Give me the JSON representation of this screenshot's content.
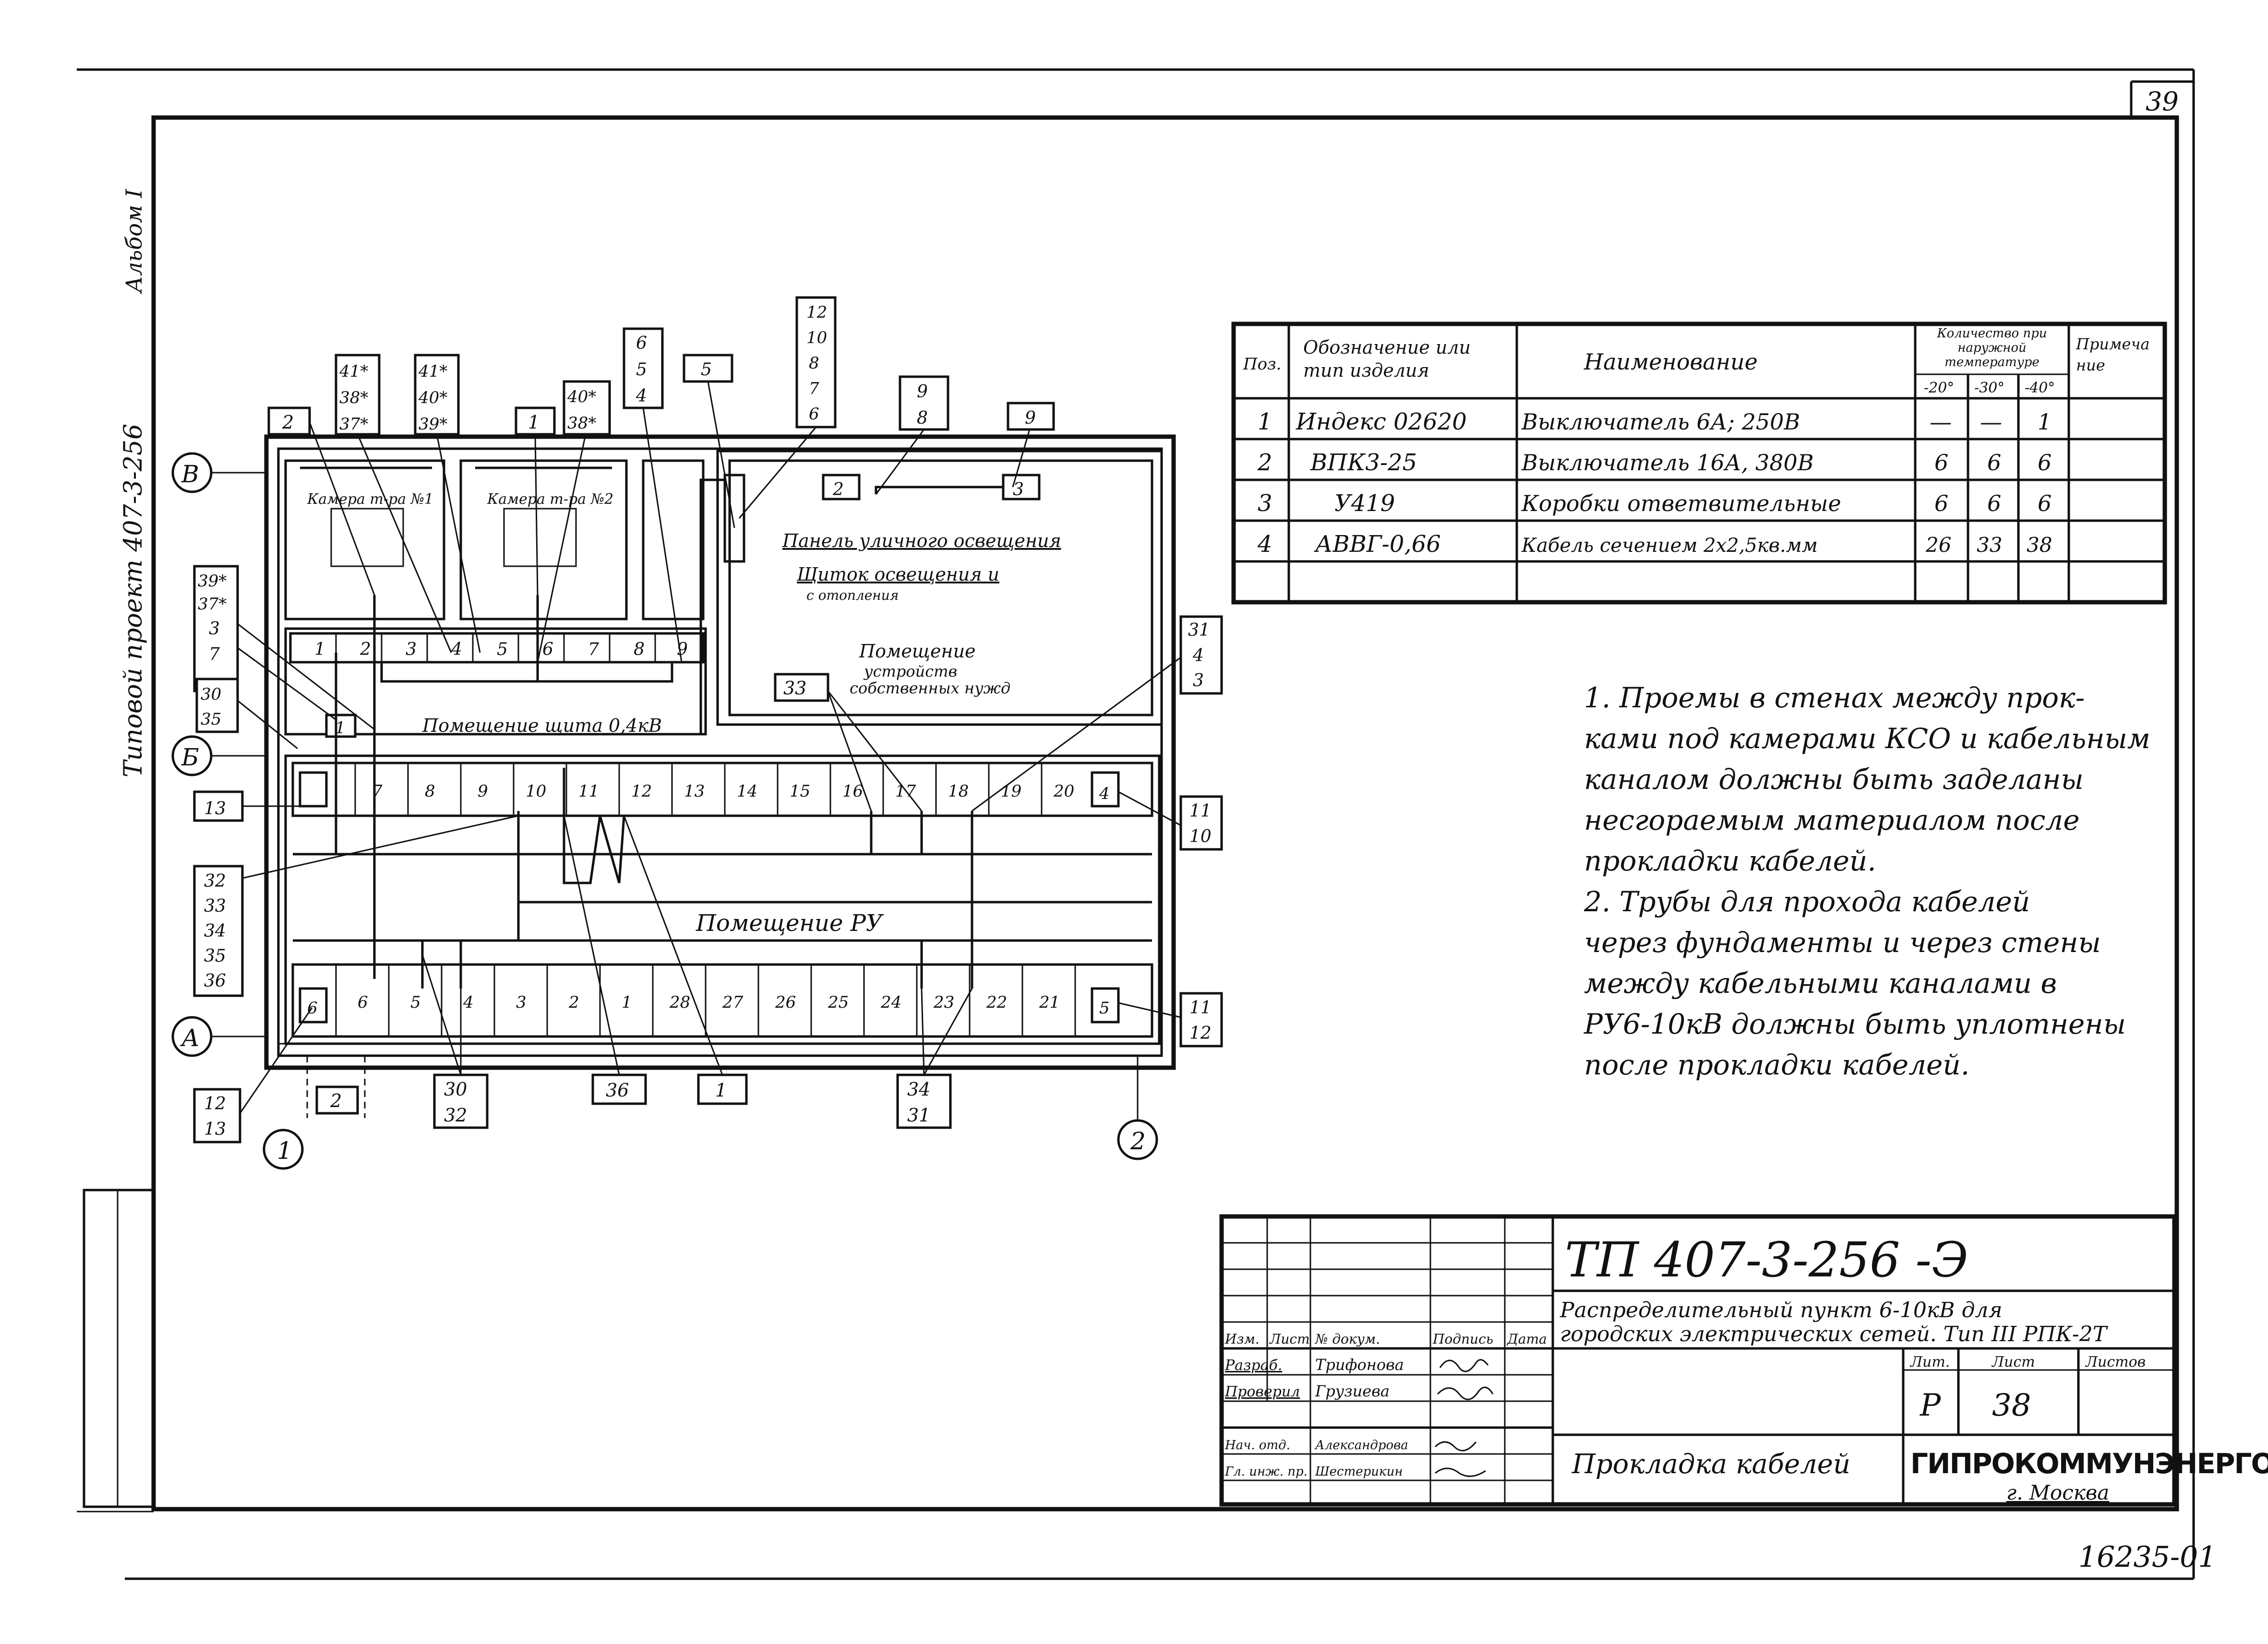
{
  "sheet_number": "39",
  "bottom_number": "16235-01",
  "side_texts": {
    "album": "Альбом I",
    "project": "Типовой проект 407-3-256"
  },
  "rooms": {
    "cam1": "Камера т-ра №1",
    "cam2": "Камера т-ра №2",
    "shield": "Помещение щита 0,4кВ",
    "panel_street": "Панель уличного освещения",
    "shield_light": "Щиток освещения и",
    "shield_light_sub": "с отопления",
    "own_needs_1": "Помещение",
    "own_needs_2": "устройств",
    "own_needs_3": "собственных нужд",
    "ru": "Помещение РУ"
  },
  "axes": {
    "v": "В",
    "b": "Б",
    "a": "А",
    "one": "1",
    "two": "2"
  },
  "row_shield": [
    "1",
    "2",
    "3",
    "4",
    "5",
    "6",
    "7",
    "8",
    "9"
  ],
  "row_mid": [
    "",
    "7",
    "8",
    "9",
    "10",
    "11",
    "12",
    "13",
    "14",
    "15",
    "16",
    "17",
    "18",
    "19",
    "20"
  ],
  "row_bottom": [
    "6",
    "5",
    "4",
    "3",
    "2",
    "1",
    "28",
    "27",
    "26",
    "25",
    "24",
    "23",
    "22",
    "21"
  ],
  "tags": {
    "t2": "2",
    "t41a": "41*",
    "t38a": "38*",
    "t37a": "37*",
    "t41b": "41*",
    "t40b": "40*",
    "t39b": "39*",
    "t1a": "1",
    "t40c": "40*",
    "t38c": "38*",
    "t6": "6",
    "t5": "5",
    "t4": "4",
    "t5b": "5",
    "t12": "12",
    "t10": "10",
    "t8": "8",
    "t7": "7",
    "t6b": "6",
    "t9a": "9",
    "t8a": "8",
    "t9b": "9",
    "t39l": "39*",
    "t37l": "37*",
    "t3l": "3",
    "t7l": "7",
    "t30l": "30",
    "t35l": "35",
    "t13l": "13",
    "t32l": "32",
    "t33l": "33",
    "t34l": "34",
    "t35m": "35",
    "t36l": "36",
    "t12b": "12",
    "t13b": "13",
    "t2b": "2",
    "t30b": "30",
    "t32b": "32",
    "t36b": "36",
    "t1b": "1",
    "t34b": "34",
    "t31b": "31",
    "t31r": "31",
    "t4r": "4",
    "t3r": "3",
    "t11r": "11",
    "t10r": "10",
    "t11s": "11",
    "t12s": "12",
    "t33i": "33",
    "ib2": "2",
    "ib3": "3",
    "ib4": "4",
    "ib5": "5",
    "ib6": "6",
    "ib1": "1"
  },
  "spec": {
    "headers": {
      "pos": "Поз.",
      "designation": "Обозначение или тип изделия",
      "name": "Наименование",
      "qty": "Количество при наружной температуре",
      "t20": "-20°",
      "t30": "-30°",
      "t40": "-40°",
      "note": "Примечание"
    },
    "rows": [
      {
        "pos": "1",
        "designation": "Индекс 02620",
        "name": "Выключатель 6А; 250В",
        "q20": "—",
        "q30": "—",
        "q40": "1",
        "note": ""
      },
      {
        "pos": "2",
        "designation": "ВПК3-25",
        "name": "Выключатель 16А, 380В",
        "q20": "6",
        "q30": "6",
        "q40": "6",
        "note": ""
      },
      {
        "pos": "3",
        "designation": "У419",
        "name": "Коробки ответвительные",
        "q20": "6",
        "q30": "6",
        "q40": "6",
        "note": ""
      },
      {
        "pos": "4",
        "designation": "АВВГ-0,66",
        "name": "Кабель сечением 2х2,5кв.мм",
        "q20": "26",
        "q30": "33",
        "q40": "38",
        "note": ""
      }
    ]
  },
  "notes": {
    "n1_1": "1. Проемы в стенах между прок-",
    "n1_2": "ками под камерами КСО и кабельным",
    "n1_3": "каналом должны быть заделаны",
    "n1_4": "несгораемым материалом после",
    "n1_5": "прокладки кабелей.",
    "n2_1": "2. Трубы для прохода кабелей",
    "n2_2": "через фундаменты и через стены",
    "n2_3": "между кабельными каналами в",
    "n2_4": "РУ6-10кВ должны быть уплотнены",
    "n2_5": "после прокладки кабелей."
  },
  "title_block": {
    "code": "ТП 407-3-256 -Э",
    "desc_1": "Распределительный пункт 6-10кВ для",
    "desc_2": "городских электрических сетей. Тип III РПК-2Т",
    "sheet_title": "Прокладка кабелей",
    "org": "ГИПРОКОММУНЭНЕРГО",
    "city": "г. Москва",
    "h_change": "Изм.",
    "h_list": "Лист",
    "h_doc": "№ докум.",
    "h_sign": "Подпись",
    "h_date": "Дата",
    "r_dev": "Разраб.",
    "r_dev_name": "Трифонова",
    "r_chk": "Проверил",
    "r_chk_name": "Грузиева",
    "r_head": "Нач. отд.",
    "r_head_name": "Александрова",
    "r_chief": "Гл. инж. пр.",
    "r_chief_name": "Шестерикин",
    "stage_h": "Лит.",
    "sheet_h": "Лист",
    "sheets_h": "Листов",
    "stage": "Р",
    "sheet": "38",
    "sheets": ""
  }
}
